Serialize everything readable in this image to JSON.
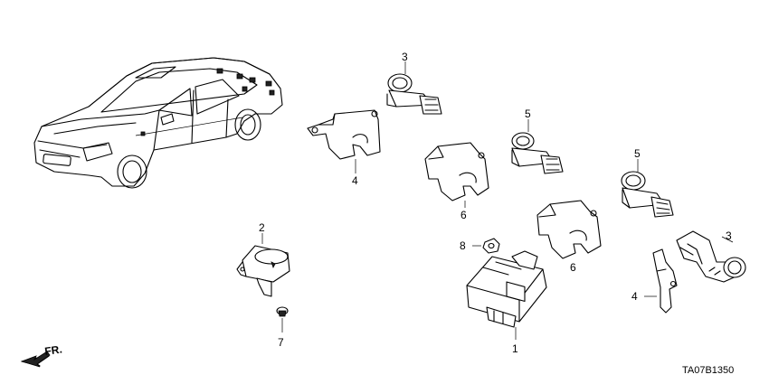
{
  "callouts": {
    "sensor_rear_top": "3",
    "bracket_left": "4",
    "sensor_mid": "5",
    "sensor_right": "5",
    "bracket_mid": "6",
    "bracket_lower": "6",
    "buzzer": "2",
    "nut": "8",
    "screw": "7",
    "sensor_rear_right": "3",
    "bracket_lower_right": "4",
    "control_unit": "1"
  },
  "front_arrow": "FR.",
  "diagram_code": "TA07B1350"
}
